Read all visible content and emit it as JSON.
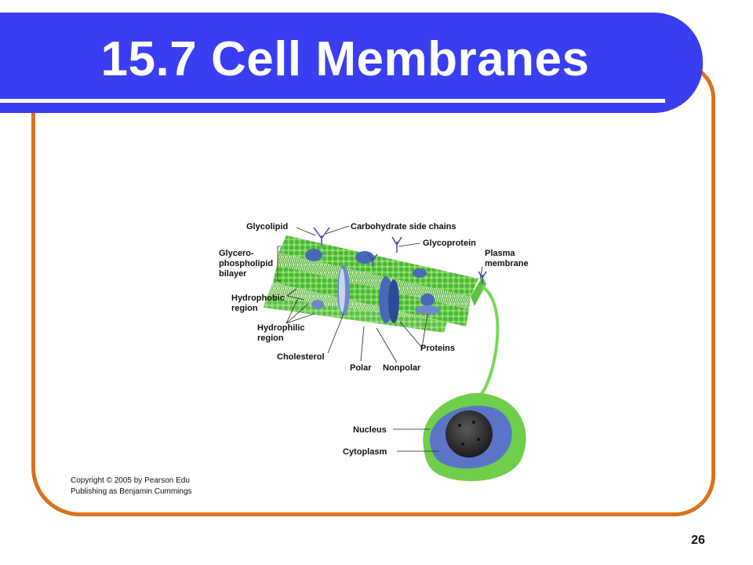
{
  "slide": {
    "title": "15.7 Cell Membranes",
    "page_number": "26",
    "copyright_line1": "Copyright © 2005 by Pearson Edu",
    "copyright_line2": "Publishing as Benjamin Cummings"
  },
  "diagram": {
    "labels": {
      "glycolipid": "Glycolipid",
      "carbohydrate": "Carbohydrate side chains",
      "glycoprotein": "Glycoprotein",
      "bilayer_1": "Glycero-",
      "bilayer_2": "phospholipid",
      "bilayer_3": "bilayer",
      "plasma_1": "Plasma",
      "plasma_2": "membrane",
      "hydrophobic_1": "Hydrophobic",
      "hydrophobic_2": "region",
      "hydrophilic_1": "Hydrophilic",
      "hydrophilic_2": "region",
      "cholesterol": "Cholesterol",
      "polar": "Polar",
      "nonpolar": "Nonpolar",
      "proteins": "Proteins",
      "nucleus": "Nucleus",
      "cytoplasm": "Cytoplasm"
    }
  },
  "colors": {
    "title_band": "#3a3ef2",
    "frame": "#d9731f",
    "membrane_green": "#6fcf4a",
    "protein_blue": "#4a68b8",
    "nucleus": "#2e2e2e"
  }
}
